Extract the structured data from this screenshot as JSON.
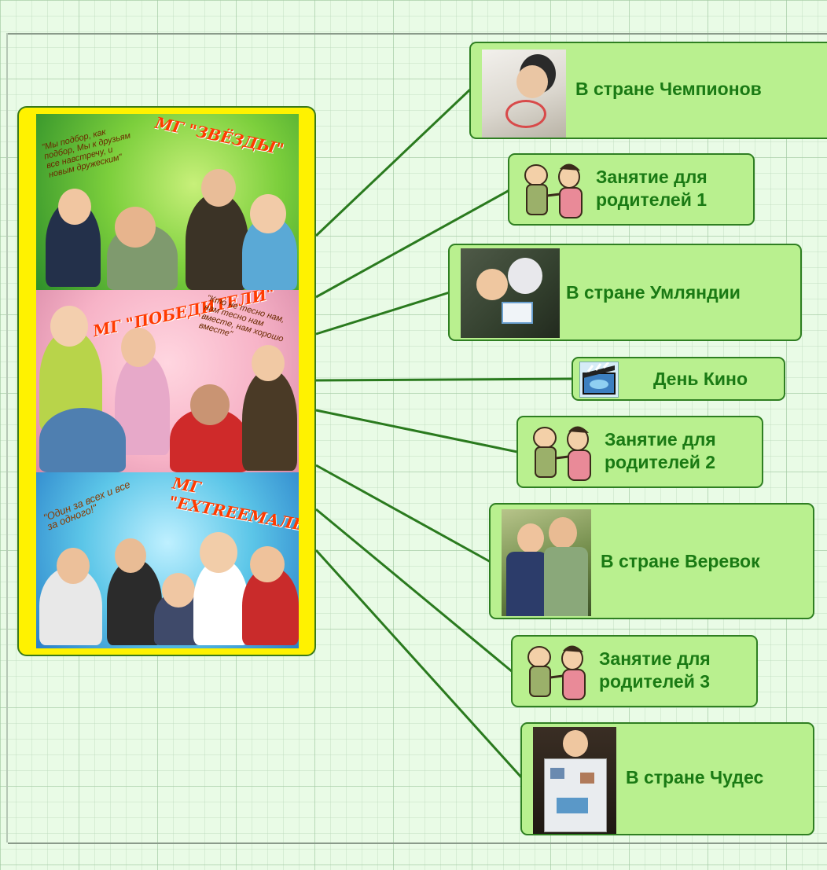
{
  "center": {
    "panels": [
      {
        "title": "МГ \"ЗВЁЗДЫ\"",
        "motto": "\"Мы подбор, как подбор, Мы к друзьям все навстречу, и новым дружеским\""
      },
      {
        "title": "МГ \"ПОБЕДИТЕЛИ\"",
        "motto": "\"Кто не тесно нам, нам тесно нам вместе, нам хорошо вместе\""
      },
      {
        "title": "МГ \"EXTREEMАЛЫ\"",
        "motto": "\"Один за всех и все за одного!\""
      }
    ]
  },
  "nodes": [
    {
      "label": "В стране  Чемпионов",
      "thumb": "photo-child-drawing"
    },
    {
      "label": "Занятие для\nродителей 1",
      "thumb": "parents-icon"
    },
    {
      "label": "В стране Умляндии",
      "thumb": "photo-kids-playing"
    },
    {
      "label": "День Кино",
      "thumb": "clapperboard-icon"
    },
    {
      "label": "Занятие для\nродителей 2",
      "thumb": "parents-icon"
    },
    {
      "label": "В стране Веревок",
      "thumb": "photo-kids-hugging"
    },
    {
      "label": "Занятие для\nродителей 3",
      "thumb": "parents-icon"
    },
    {
      "label": "В стране Чудес",
      "thumb": "photo-boy-poster"
    }
  ],
  "colors": {
    "node_fill": "#b9f08f",
    "node_border": "#2f7f22",
    "link": "#2a7a1e",
    "label": "#1a7a14",
    "center_fill": "#fff200"
  }
}
